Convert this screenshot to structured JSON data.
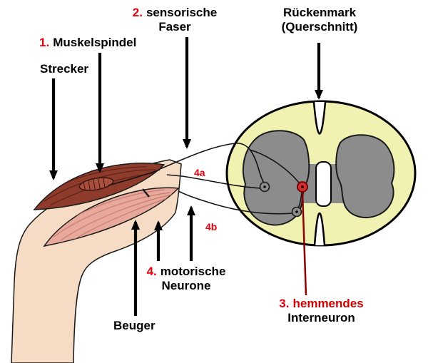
{
  "diagram": {
    "labels": {
      "muskelspindel": {
        "number": "1.",
        "text": "Muskelspindel"
      },
      "sensorische": {
        "number": "2.",
        "text": "sensorische",
        "text2": "Faser"
      },
      "rueckenmark": {
        "line1": "Rückenmark",
        "line2": "(Querschnitt)"
      },
      "strecker": "Strecker",
      "beuger": "Beuger",
      "motorische": {
        "number": "4.",
        "text": "motorische",
        "text2": "Neurone"
      },
      "hemmendes": {
        "number": "3.",
        "text": "hemmendes",
        "text2": "Interneuron"
      },
      "fiber_4a": "4a",
      "fiber_4b": "4b"
    },
    "colors": {
      "number_red": "#e8000d",
      "dark_red": "#8b0000",
      "extensor_muscle": "#8e3b2c",
      "flexor_muscle": "#e9a89c",
      "skin": "#f6dcc4",
      "spinal_cord_bg": "#f1f1b2",
      "gray_matter": "#8c8c8c",
      "interneuron_fill": "#cc3333"
    }
  }
}
